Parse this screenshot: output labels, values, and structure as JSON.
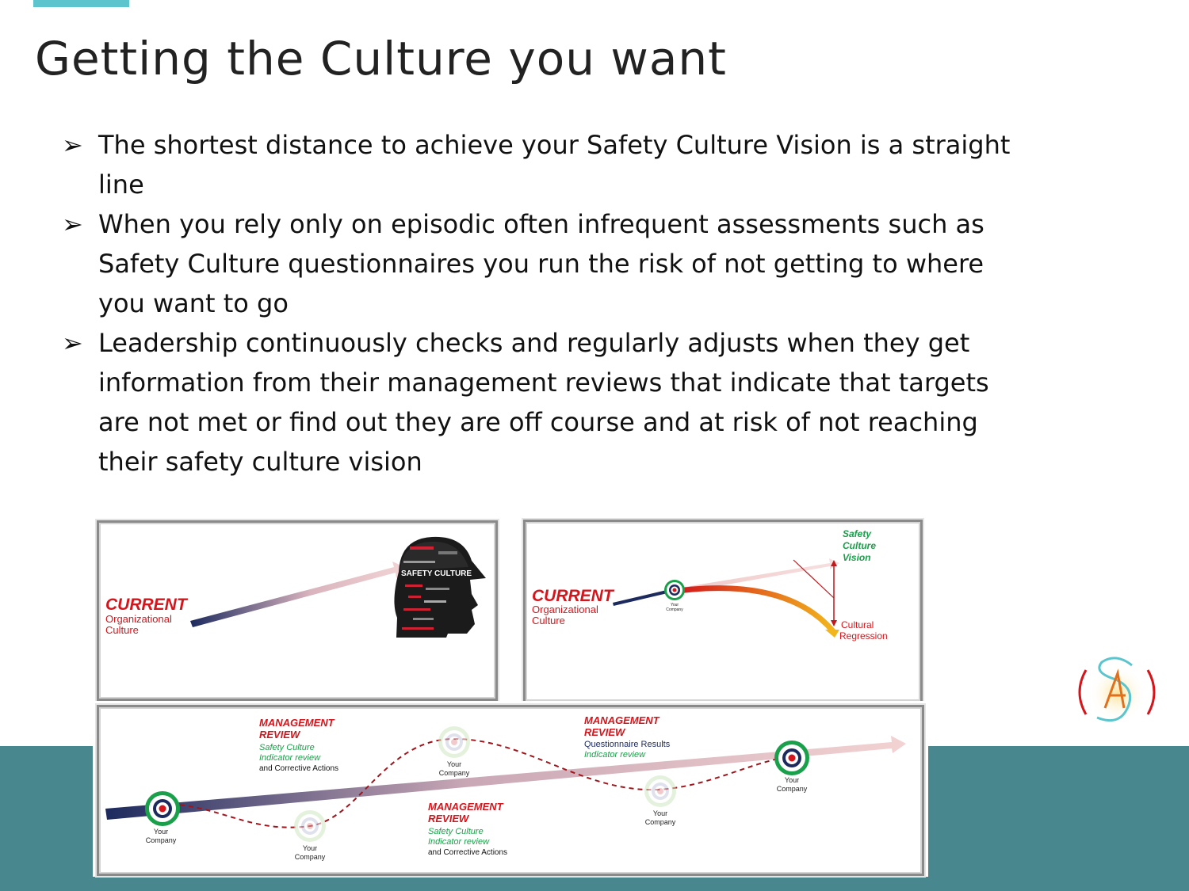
{
  "slide": {
    "title": "Getting the Culture you want",
    "bullets": [
      "The shortest distance to achieve your Safety Culture Vision is a straight line",
      "When you rely only on episodic often infrequent assessments such as Safety Culture questionnaires you run the risk of not getting to where you want to go",
      "Leadership continuously checks and regularly adjusts when they get information from their management reviews that indicate that targets are not met or find out they are off course and at risk of not reaching their safety culture vision"
    ]
  },
  "panel1": {
    "current": "CURRENT",
    "sub1": "Organizational",
    "sub2": "Culture",
    "head_label": "SAFETY CULTURE"
  },
  "panel2": {
    "current": "CURRENT",
    "sub1": "Organizational",
    "sub2": "Culture",
    "your": "Your",
    "company": "Company",
    "vision1": "Safety",
    "vision2": "Culture",
    "vision3": "Vision",
    "regress1": "Cultural",
    "regress2": "Regression"
  },
  "panel3": {
    "mr1": {
      "t1": "MANAGEMENT",
      "t2": "REVIEW",
      "g1": "Safety Culture",
      "g2": "Indicator review",
      "k1": "and Corrective Actions"
    },
    "mr2": {
      "t1": "MANAGEMENT",
      "t2": "REVIEW",
      "k1": "Questionnaire Results",
      "g1": "Indicator review"
    },
    "mr3": {
      "t1": "MANAGEMENT",
      "t2": "REVIEW",
      "g1": "Safety Culture",
      "g2": "Indicator review",
      "k1": "and Corrective Actions"
    },
    "your": "Your",
    "company": "Company"
  },
  "colors": {
    "accent": "#5bc4cc",
    "band": "#47878d",
    "red": "#d4161c",
    "green": "#1aa04a",
    "navy": "#1c2a5e"
  }
}
